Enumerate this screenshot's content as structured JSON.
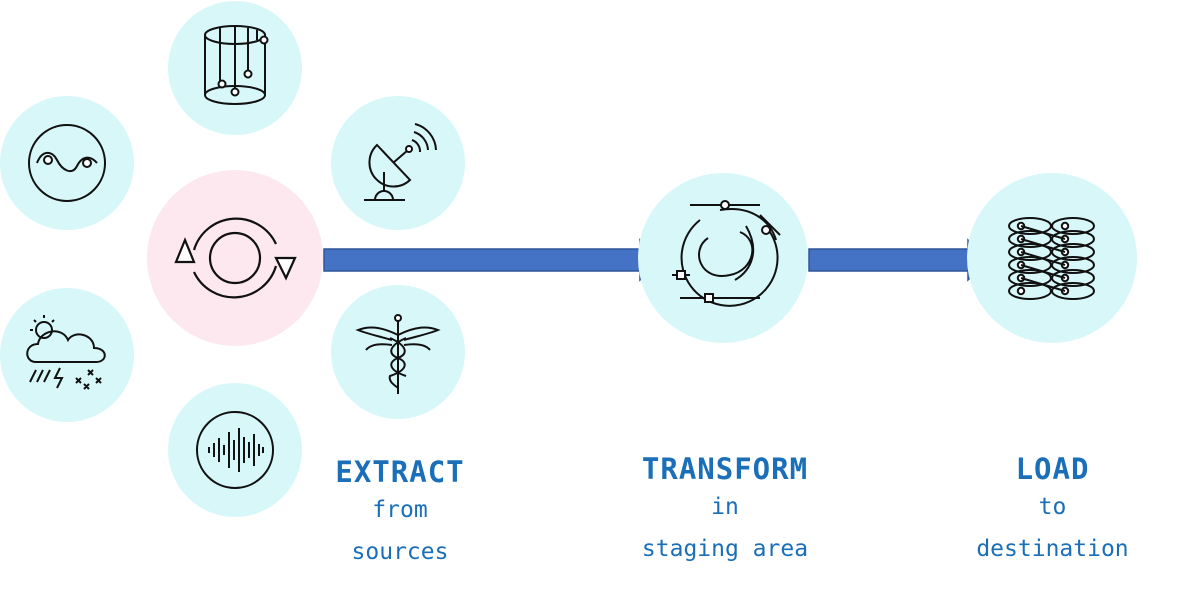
{
  "colors": {
    "source_circle": "#d8f7f9",
    "center_circle": "#fce8ee",
    "arrow": "#4472c4",
    "arrow_stroke": "#2f5597",
    "label_text": "#1a6fb8",
    "icon_stroke": "#111111"
  },
  "sources": [
    {
      "icon": "database-cylinder-icon"
    },
    {
      "icon": "sine-wave-icon"
    },
    {
      "icon": "satellite-dish-icon"
    },
    {
      "icon": "weather-storm-icon"
    },
    {
      "icon": "caduceus-medical-icon"
    },
    {
      "icon": "audio-waveform-icon"
    }
  ],
  "stages": {
    "extract": {
      "title": "EXTRACT",
      "line1": "from",
      "line2": "sources",
      "icon": "refresh-cycle-icon"
    },
    "transform": {
      "title": "TRANSFORM",
      "line1": "in",
      "line2": "staging area",
      "icon": "flow-network-icon"
    },
    "load": {
      "title": "LOAD",
      "line1": "to",
      "line2": "destination",
      "icon": "stacked-nodes-icon"
    }
  }
}
